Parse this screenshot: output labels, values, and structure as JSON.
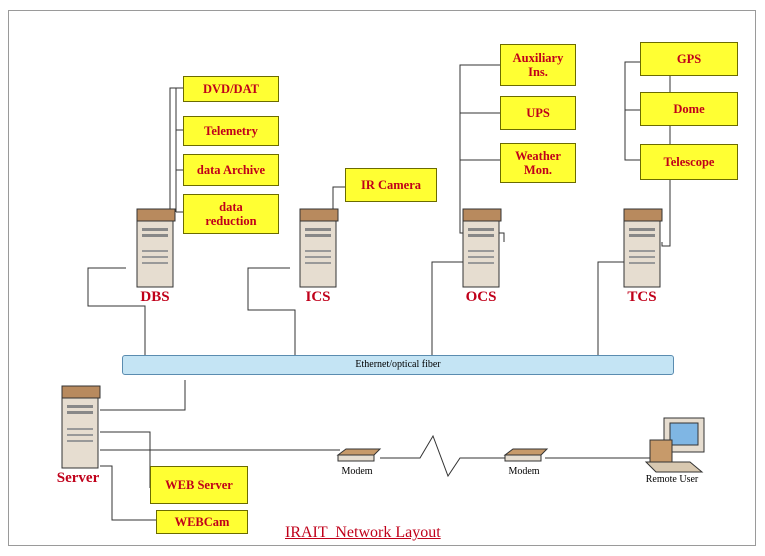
{
  "title": "IRAIT  Network Layout",
  "network": {
    "ethernet_label": "Ethernet/optical fiber"
  },
  "nodes": {
    "dbs": "DBS",
    "ics": "ICS",
    "ocs": "OCS",
    "tcs": "TCS",
    "server": "Server",
    "modem_left": "Modem",
    "modem_right": "Modem",
    "remote_user": "Remote User"
  },
  "boxes": {
    "dvd_dat": "DVD/DAT",
    "telemetry": "Telemetry",
    "data_archive": "data Archive",
    "data_reduction": "data\nreduction",
    "ir_camera": "IR Camera",
    "auxiliary_ins": "Auxiliary\nIns.",
    "ups": "UPS",
    "weather_mon": "Weather\nMon.",
    "gps": "GPS",
    "dome": "Dome",
    "telescope": "Telescope",
    "web_server": "WEB Server",
    "webcam": "WEBCam"
  },
  "colors": {
    "box_fill": "#ffff33",
    "label_text": "#c0001a",
    "bus_fill": "#c4e4f4"
  }
}
